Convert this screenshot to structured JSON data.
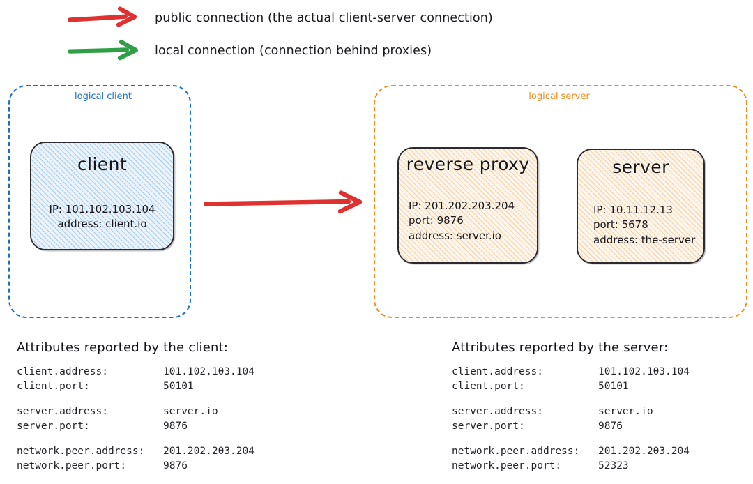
{
  "legend": {
    "items": [
      {
        "icon": "red-arrow-icon",
        "color": "#e03131",
        "label": "public connection (the actual client-server connection)"
      },
      {
        "icon": "green-arrow-icon",
        "color": "#2f9e44",
        "label": "local connection (connection behind proxies)"
      }
    ]
  },
  "diagram": {
    "client_zone": {
      "label": "logical client",
      "color": "#1971c2",
      "node": {
        "title": "client",
        "details": "IP: 101.102.103.104\naddress: client.io"
      }
    },
    "server_zone": {
      "label": "logical server",
      "color": "#f08c1e",
      "nodes": [
        {
          "title": "reverse\nproxy",
          "details": "IP: 201.202.203.204\nport: 9876\naddress: server.io"
        },
        {
          "title": "server",
          "details": "IP: 10.11.12.13\nport: 5678\naddress: the-server"
        }
      ]
    },
    "connection_arrow": {
      "icon": "red-arrow-icon",
      "color": "#e03131",
      "from": "client",
      "to": "reverse proxy"
    }
  },
  "attributes": {
    "client_panel": {
      "heading": "Attributes reported by the client:",
      "groups": [
        [
          {
            "key": "client.address:",
            "value": "101.102.103.104"
          },
          {
            "key": "client.port:",
            "value": "50101"
          }
        ],
        [
          {
            "key": "server.address:",
            "value": "server.io"
          },
          {
            "key": "server.port:",
            "value": "9876"
          }
        ],
        [
          {
            "key": "network.peer.address:",
            "value": "201.202.203.204"
          },
          {
            "key": "network.peer.port:",
            "value": "9876"
          }
        ]
      ]
    },
    "server_panel": {
      "heading": "Attributes reported by the server:",
      "groups": [
        [
          {
            "key": "client.address:",
            "value": "101.102.103.104"
          },
          {
            "key": "client.port:",
            "value": "50101"
          }
        ],
        [
          {
            "key": "server.address:",
            "value": "server.io"
          },
          {
            "key": "server.port:",
            "value": "9876"
          }
        ],
        [
          {
            "key": "network.peer.address:",
            "value": "201.202.203.204"
          },
          {
            "key": "network.peer.port:",
            "value": "52323"
          }
        ]
      ]
    }
  }
}
